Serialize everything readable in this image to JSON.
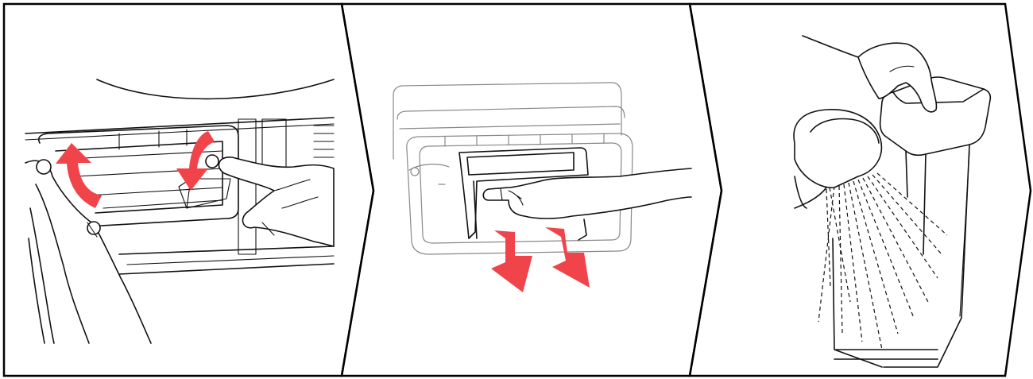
{
  "colors": {
    "arrow": "#f0444a",
    "line": "#111111",
    "background": "#ffffff"
  },
  "steps": [
    {
      "index": 1,
      "action": "lift-and-rotate-filter-cover",
      "arrows": 2
    },
    {
      "index": 2,
      "action": "pull-out-filter",
      "arrows": 2
    },
    {
      "index": 3,
      "action": "rinse-filter-under-water",
      "arrows": 0
    }
  ]
}
